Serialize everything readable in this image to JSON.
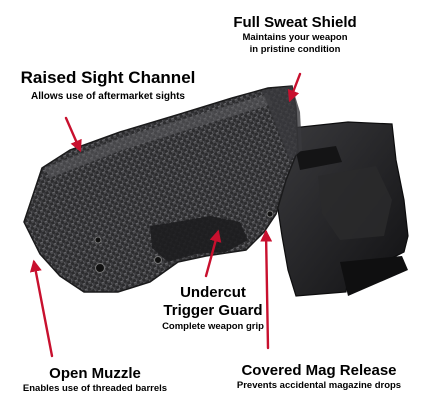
{
  "callouts": {
    "full_sweat_shield": {
      "title": "Full Sweat Shield",
      "subtitle_line1": "Maintains your weapon",
      "subtitle_line2": "in pristine condition"
    },
    "raised_sight_channel": {
      "title": "Raised Sight Channel",
      "subtitle": "Allows use of aftermarket sights"
    },
    "undercut_trigger_guard": {
      "title_line1": "Undercut",
      "title_line2": "Trigger Guard",
      "subtitle": "Complete weapon grip"
    },
    "open_muzzle": {
      "title": "Open Muzzle",
      "subtitle": "Enables use of threaded barrels"
    },
    "covered_mag_release": {
      "title": "Covered Mag Release",
      "subtitle": "Prevents accidental magazine drops"
    }
  },
  "colors": {
    "arrow": "#c8102e",
    "holster": "#2f2f31",
    "pistol": "#1c1c1e",
    "background": "#ffffff"
  }
}
